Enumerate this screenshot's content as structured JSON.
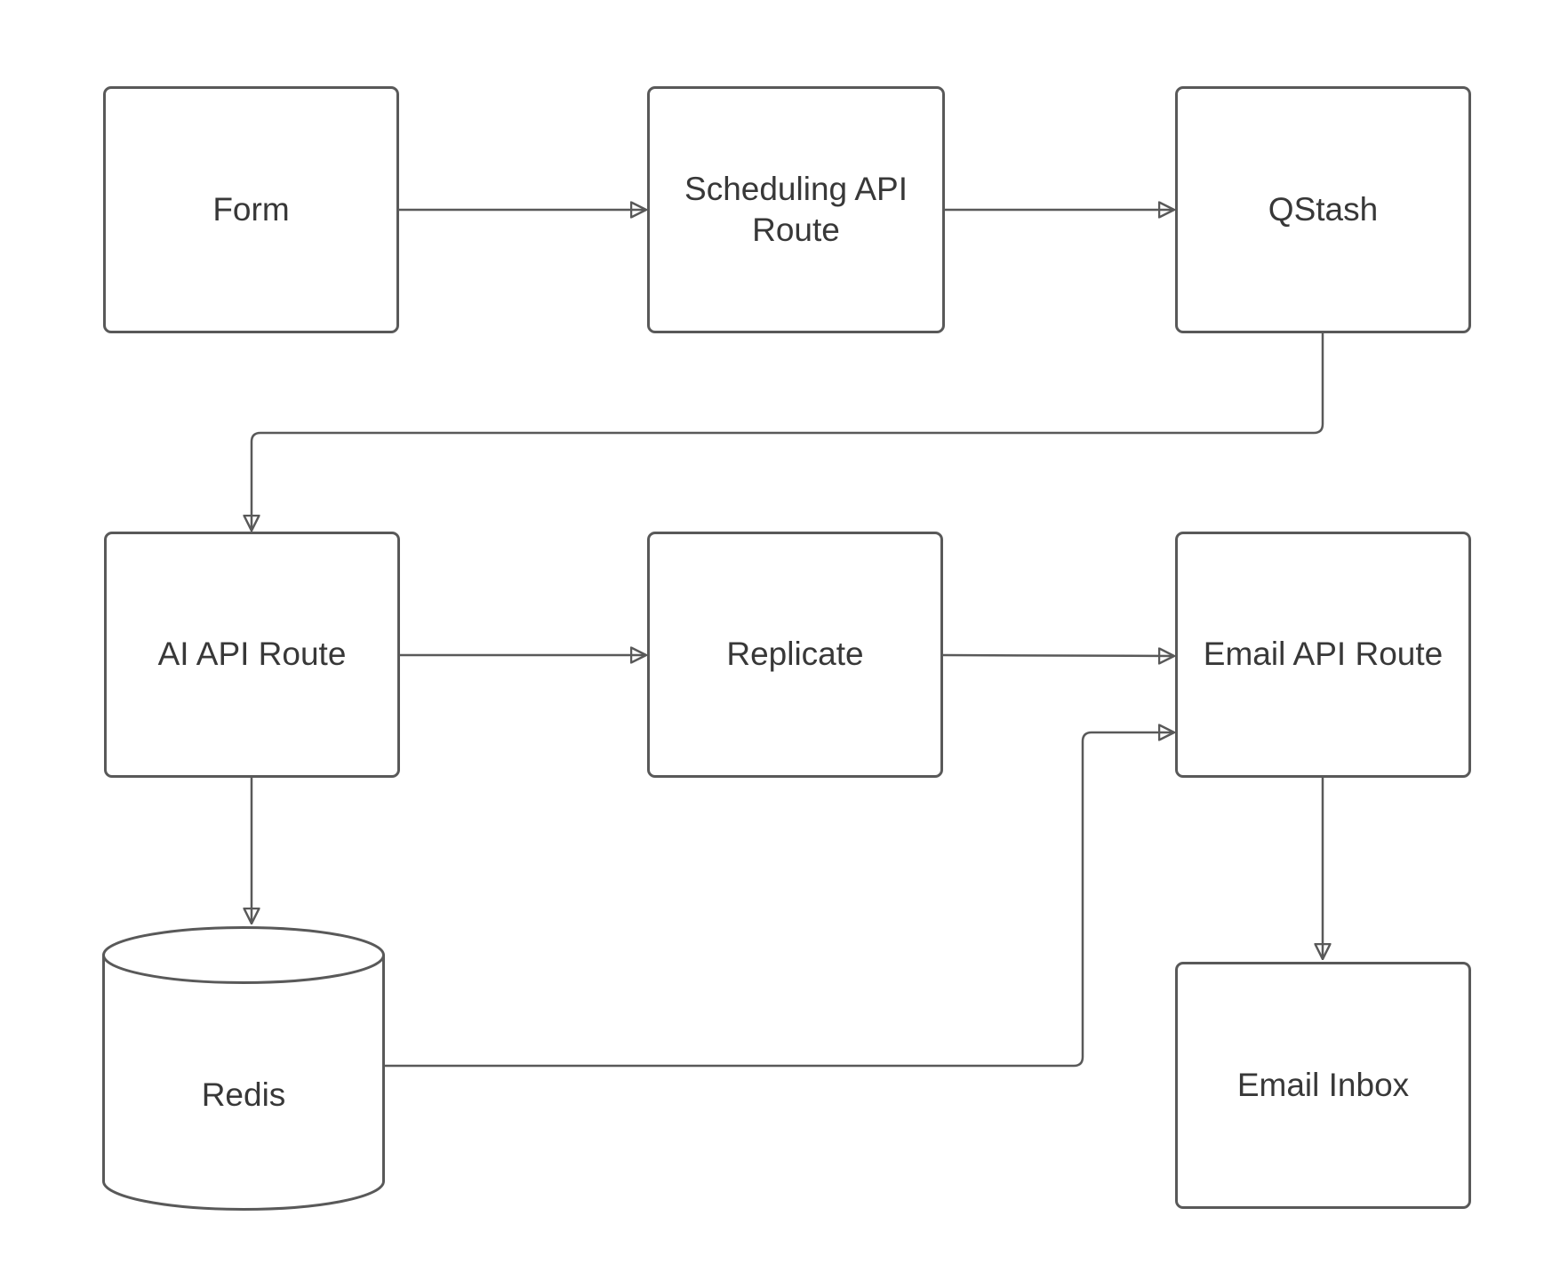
{
  "diagram": {
    "colors": {
      "background": "#ffffff",
      "stroke": "#595959",
      "text": "#383838"
    },
    "nodes": {
      "form": {
        "label": "Form",
        "shape": "rectangle"
      },
      "scheduling_api_route": {
        "label": "Scheduling API Route",
        "shape": "rectangle"
      },
      "qstash": {
        "label": "QStash",
        "shape": "rectangle"
      },
      "ai_api_route": {
        "label": "AI API Route",
        "shape": "rectangle"
      },
      "replicate": {
        "label": "Replicate",
        "shape": "rectangle"
      },
      "email_api_route": {
        "label": "Email API Route",
        "shape": "rectangle"
      },
      "redis": {
        "label": "Redis",
        "shape": "cylinder"
      },
      "email_inbox": {
        "label": "Email Inbox",
        "shape": "rectangle"
      }
    },
    "edges": [
      {
        "from": "form",
        "to": "scheduling_api_route"
      },
      {
        "from": "scheduling_api_route",
        "to": "qstash"
      },
      {
        "from": "qstash",
        "to": "ai_api_route"
      },
      {
        "from": "ai_api_route",
        "to": "replicate"
      },
      {
        "from": "replicate",
        "to": "email_api_route"
      },
      {
        "from": "ai_api_route",
        "to": "redis"
      },
      {
        "from": "redis",
        "to": "email_api_route"
      },
      {
        "from": "email_api_route",
        "to": "email_inbox"
      }
    ]
  }
}
